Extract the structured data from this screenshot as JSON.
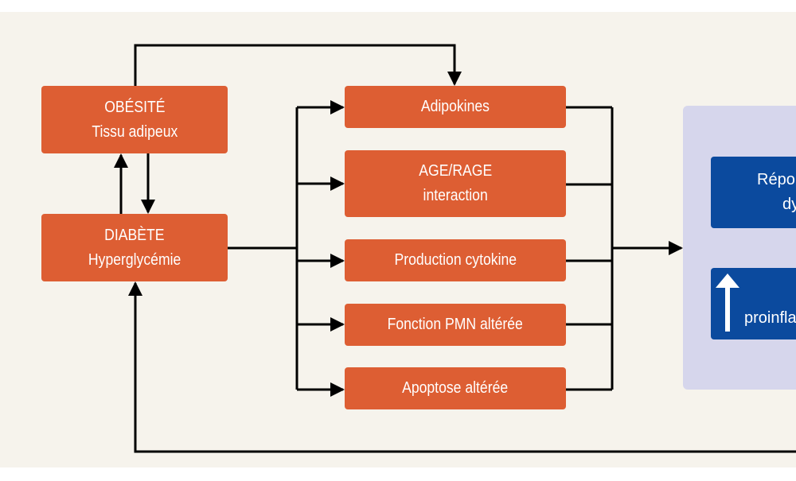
{
  "colors": {
    "cause_box": "#dd5e33",
    "mechanism_box": "#dd5e33",
    "response_panel": "#d6d6ec",
    "response_box": "#0b4a9e",
    "background": "#f6f3ec",
    "arrows": "#000000"
  },
  "causes": {
    "obesity": {
      "line1": "OBÉSITÉ",
      "line2": "Tissu adipeux"
    },
    "diabetes": {
      "line1": "DIABÈTE",
      "line2": "Hyperglycémie"
    }
  },
  "mechanisms": [
    {
      "line1": "Adipokines"
    },
    {
      "line1": "AGE/RAGE",
      "line2": "interaction"
    },
    {
      "line1": "Production cytokine"
    },
    {
      "line1": "Fonction PMN altérée"
    },
    {
      "line1": "Apoptose altérée"
    }
  ],
  "response": {
    "box1": {
      "line1": "Répo",
      "line2": "dy"
    },
    "box2": {
      "icon": "arrow-up-icon",
      "text": "proinfla"
    }
  }
}
